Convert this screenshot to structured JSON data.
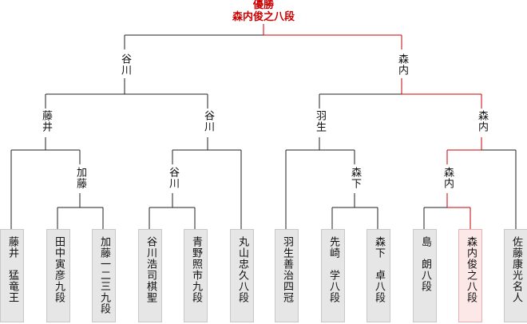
{
  "header": {
    "title": "優勝",
    "winner": "森内俊之八段"
  },
  "colors": {
    "line": "#222222",
    "winner_line": "#cc0000"
  },
  "players": [
    "藤井　猛竜王",
    "田中寅彦九段",
    "加藤一二三九段",
    "谷川浩司棋聖",
    "青野照市九段",
    "丸山忠久八段",
    "羽生善治四冠",
    "先崎　学八段",
    "森下　卓八段",
    "島　朗八段",
    "森内俊之八段",
    "佐藤康光名人"
  ],
  "round1": [
    "加藤",
    "谷川",
    "森下",
    "森内"
  ],
  "round2": [
    "藤井",
    "谷川",
    "羽生",
    "森内"
  ],
  "semifinal": [
    "谷川",
    "森内"
  ]
}
